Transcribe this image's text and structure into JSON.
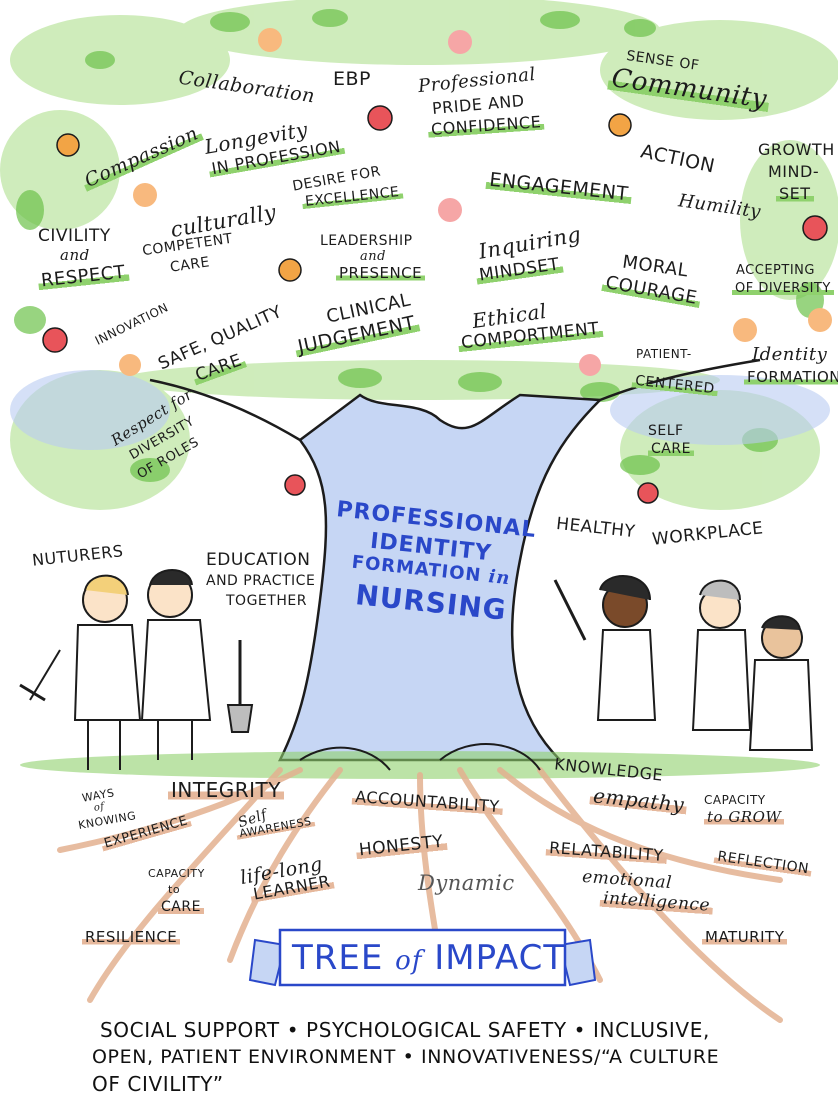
{
  "title": {
    "line1": "PROFESSIONAL",
    "line2": "IDENTITY",
    "line3a": "FORMATION",
    "line3b": "in",
    "line4": "NURSING"
  },
  "banner": {
    "tree": "TREE",
    "of": "of",
    "impact": "IMPACT"
  },
  "canopy": {
    "collaboration": "Collaboration",
    "ebp": "EBP",
    "pride1": "Professional",
    "pride2": "PRIDE and",
    "pride3": "CONFIDENCE",
    "community1": "SENSE OF",
    "community2": "Community",
    "compassion": "Compassion",
    "longevity1": "Longevity",
    "longevity2": "in PROFESSION",
    "action": "ACTION",
    "growth1": "GROWTH",
    "growth2": "MIND-",
    "growth3": "SET",
    "desire1": "DESIRE for",
    "desire2": "EXCELLENCE",
    "engagement": "ENGAGEMENT",
    "humility": "Humility",
    "civility1": "CIVILITY",
    "civility2": "and",
    "civility3": "RESPECT",
    "cultural1": "culturally",
    "cultural2": "COMPETENT",
    "cultural3": "CARE",
    "leadership1": "LEADERSHIP",
    "leadership2": "and",
    "leadership3": "PRESENCE",
    "inquiring1": "Inquiring",
    "inquiring2": "MINDSET",
    "moral1": "MORAL",
    "moral2": "COURAGE",
    "diversity1": "ACCEPTING",
    "diversity2": "OF DIVERSITY",
    "innovation": "INNOVATION",
    "safe1": "SAFE, QUALITY",
    "safe2": "CARE",
    "clinical1": "CLINICAL",
    "clinical2": "JUDGEMENT",
    "ethical1": "Ethical",
    "ethical2": "COMPORTMENT",
    "patient1": "PATIENT-",
    "patient2": "CENTERED",
    "identity1": "Identity",
    "identity2": "FORMATION",
    "roles1": "Respect for",
    "roles2": "DIVERSITY",
    "roles3": "of ROLES",
    "selfcare1": "SELF",
    "selfcare2": "CARE"
  },
  "ground": {
    "nuturers": "NUTURERS",
    "edu1": "EDUCATION",
    "edu2": "and PRACTICE",
    "edu3": "TOGETHER",
    "healthy": "HEALTHY",
    "workplace": "WORKPLACE"
  },
  "roots": {
    "ways1": "WAYS",
    "ways2": "of",
    "ways3": "KNOWING",
    "integrity": "INTEGRITY",
    "experience": "EXPERIENCE",
    "selfaware1": "Self",
    "selfaware2": "AWARENESS",
    "accountability": "ACCOUNTABILITY",
    "knowledge": "KNOWLEDGE",
    "empathy": "empathy",
    "grow1": "CAPACITY",
    "grow2": "to GROW",
    "honesty": "HONESTY",
    "relatability": "RELATABILITY",
    "reflection": "REFLECTION",
    "care1": "CAPACITY",
    "care2": "to",
    "care3": "CARE",
    "lifelong1": "life-long",
    "lifelong2": "LEARNER",
    "dynamic": "Dynamic",
    "emotional1": "emotional",
    "emotional2": "intelligence",
    "resilience": "RESILIENCE",
    "maturity": "MATURITY"
  },
  "footer": {
    "line1": "SOCIAL SUPPORT • PSYCHOLOGICAL SAFETY • INCLUSIVE,",
    "line2": "OPEN, PATIENT ENVIRONMENT • INNOVATIVENESS/“A CULTURE",
    "line3": "OF CIVILITY”"
  },
  "colors": {
    "leaf": "#8fd16d",
    "trunk_shadow": "#b9ccf2",
    "root": "#e3b190",
    "title_blue": "#2a48c9",
    "apple_red": "#e8545a",
    "apple_orange": "#f2a445"
  }
}
